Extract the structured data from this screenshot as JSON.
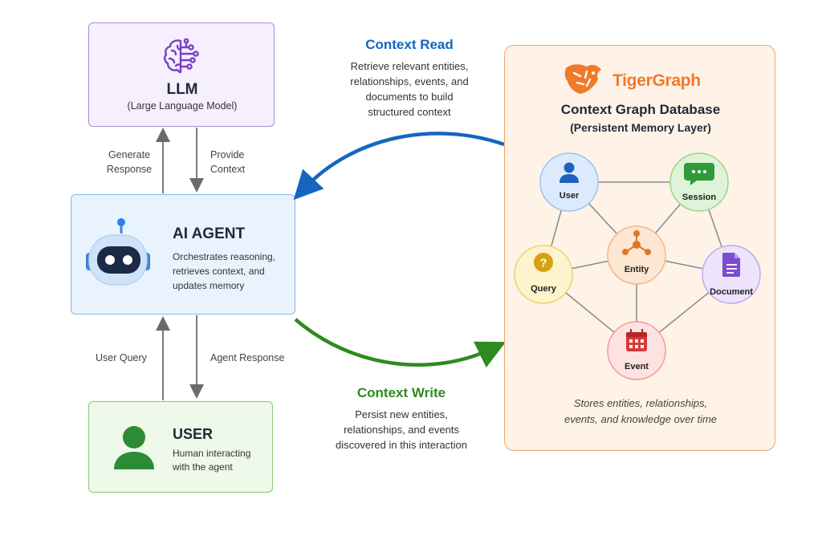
{
  "llm": {
    "title": "LLM",
    "subtitle": "(Large Language Model)"
  },
  "agent": {
    "title": "AI AGENT",
    "description": "Orchestrates reasoning, retrieves context, and updates memory"
  },
  "user": {
    "title": "USER",
    "description": "Human interacting with the agent"
  },
  "arrows": {
    "generate_response": [
      "Generate",
      "Response"
    ],
    "provide_context": [
      "Provide",
      "Context"
    ],
    "user_query": "User Query",
    "agent_response": "Agent Response"
  },
  "context_read": {
    "title": "Context Read",
    "lines": [
      "Retrieve relevant entities,",
      "relationships, events, and",
      "documents to build",
      "structured context"
    ]
  },
  "context_write": {
    "title": "Context Write",
    "lines": [
      "Persist new entities,",
      "relationships, and events",
      "discovered in this interaction"
    ]
  },
  "tigergraph": {
    "brand": "TigerGraph",
    "title": "Context Graph Database",
    "subtitle": "(Persistent Memory Layer)",
    "footer": [
      "Stores entities, relationships,",
      "events, and knowledge over time"
    ],
    "nodes": {
      "user": "User",
      "session": "Session",
      "entity": "Entity",
      "query": "Query",
      "document": "Document",
      "event": "Event"
    }
  },
  "colors": {
    "read": "#1565c0",
    "write": "#2e8b1f",
    "brand": "#f07a2a"
  }
}
